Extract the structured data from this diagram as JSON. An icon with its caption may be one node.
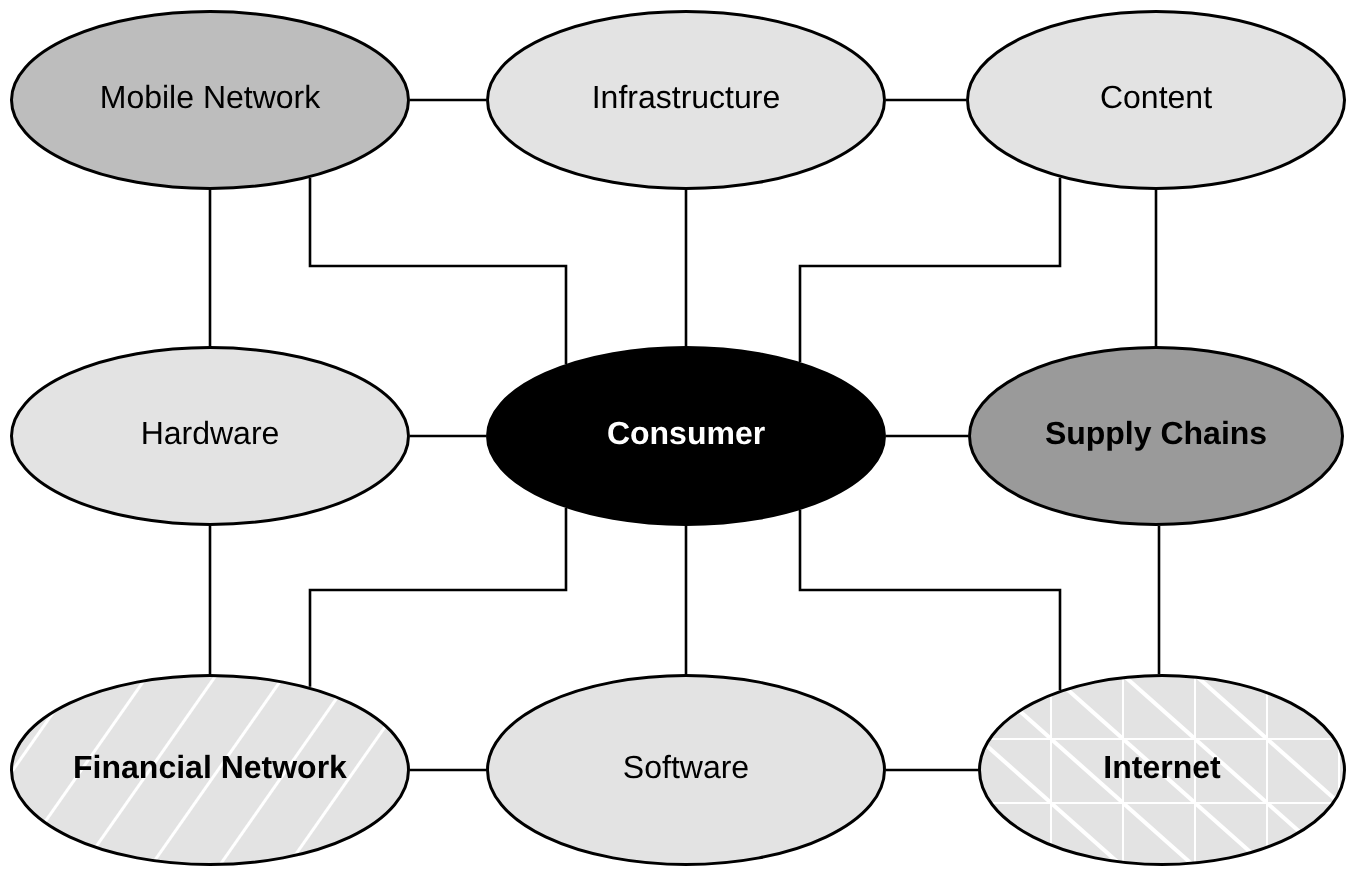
{
  "diagram": {
    "nodes": [
      {
        "text": [
          "Mobile Network"
        ]
      },
      {
        "text": [
          "Infrastructure"
        ]
      },
      {
        "text": [
          "Content"
        ]
      },
      {
        "text": [
          "Hardware"
        ]
      },
      {
        "text": [
          "Consumer"
        ]
      },
      {
        "text": [
          "Supply Chains"
        ]
      },
      {
        "text": [
          "Financial Network"
        ]
      },
      {
        "text": [
          "Software"
        ]
      },
      {
        "text": [
          "Internet"
        ]
      }
    ],
    "edges": [
      {
        "from": 0,
        "to": 1,
        "arrow": "none"
      },
      {
        "from": 1,
        "to": 2,
        "arrow": "none"
      },
      {
        "from": 0,
        "to": 3,
        "arrow": "none"
      },
      {
        "from": 1,
        "to": 4,
        "arrow": "none"
      },
      {
        "from": 2,
        "to": 5,
        "arrow": "none"
      },
      {
        "from": 0,
        "to": 4,
        "arrow": "none"
      },
      {
        "from": 2,
        "to": 4,
        "arrow": "none"
      },
      {
        "from": 3,
        "to": 4,
        "arrow": "none"
      },
      {
        "from": 4,
        "to": 5,
        "arrow": "none"
      },
      {
        "from": 3,
        "to": 6,
        "arrow": "none"
      },
      {
        "from": 4,
        "to": 6,
        "arrow": "none"
      },
      {
        "from": 4,
        "to": 7,
        "arrow": "none"
      },
      {
        "from": 4,
        "to": 8,
        "arrow": "none"
      },
      {
        "from": 5,
        "to": 8,
        "arrow": "none"
      },
      {
        "from": 6,
        "to": 7,
        "arrow": "none"
      },
      {
        "from": 7,
        "to": 8,
        "arrow": "none"
      }
    ]
  }
}
